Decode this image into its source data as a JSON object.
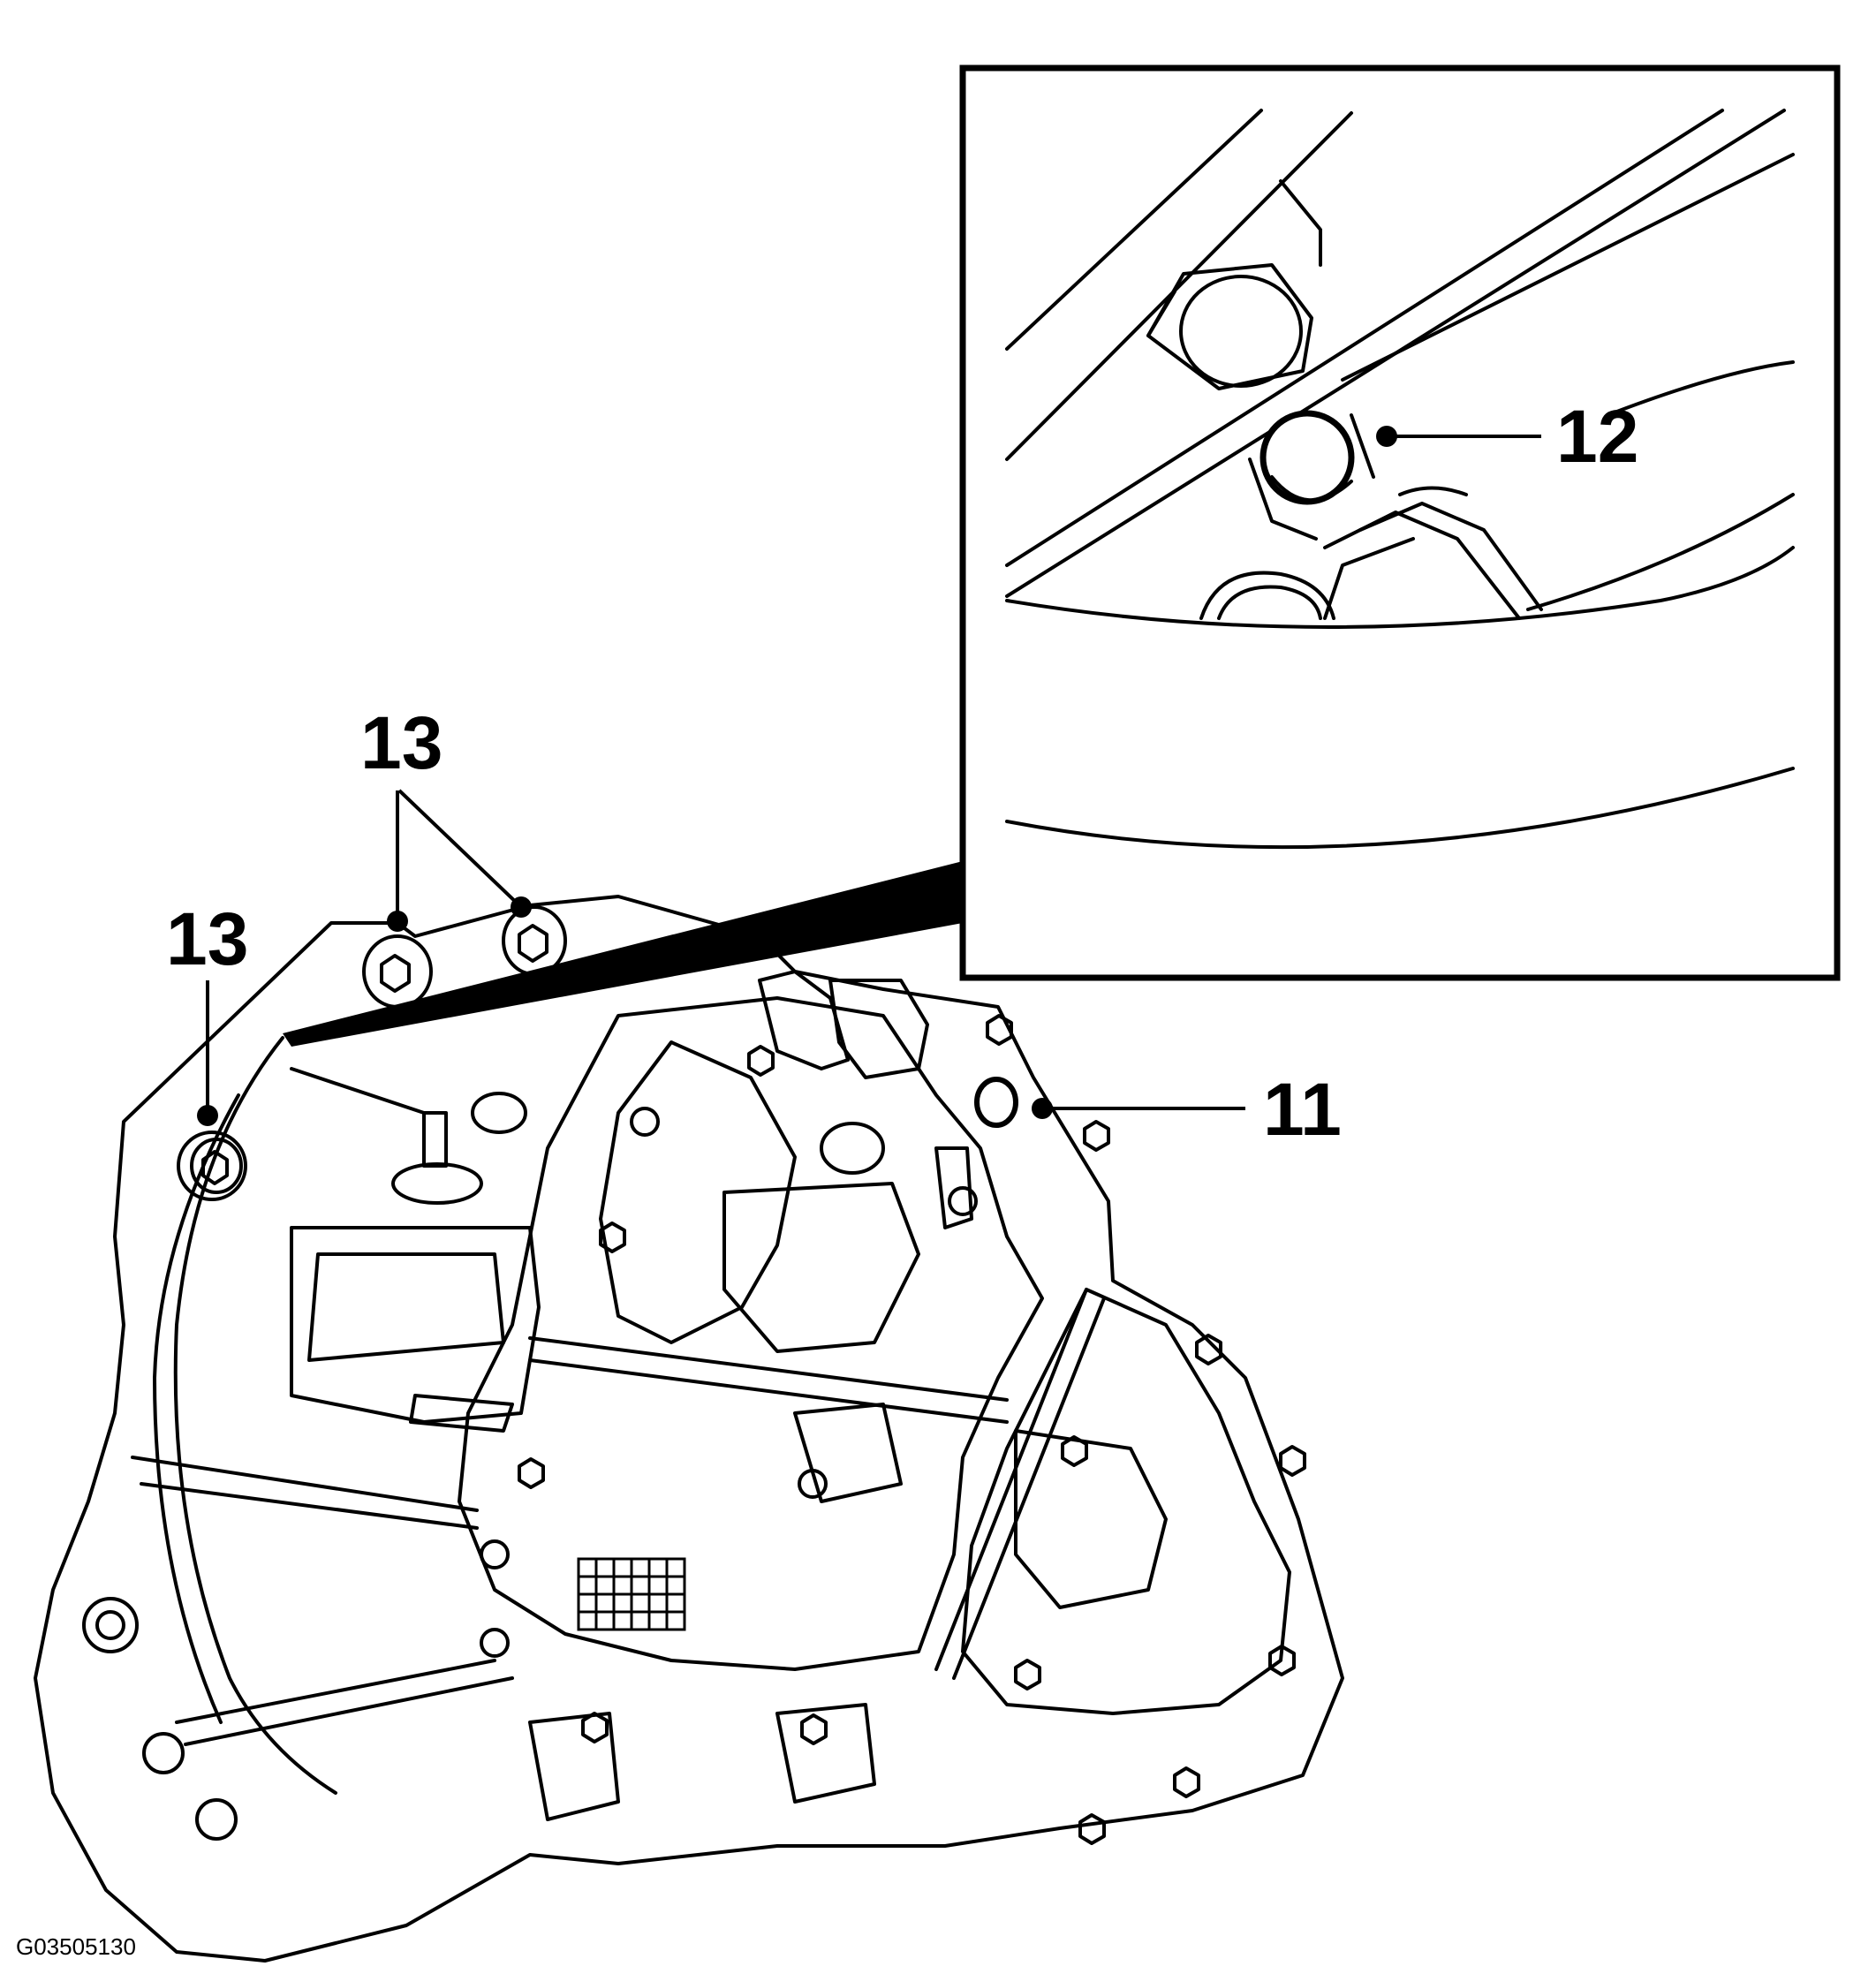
{
  "callouts": {
    "c11": "11",
    "c12": "12",
    "c13_top": "13",
    "c13_left": "13"
  },
  "figure_id": "G03505130",
  "colors": {
    "line": "#000000",
    "background": "#ffffff"
  }
}
